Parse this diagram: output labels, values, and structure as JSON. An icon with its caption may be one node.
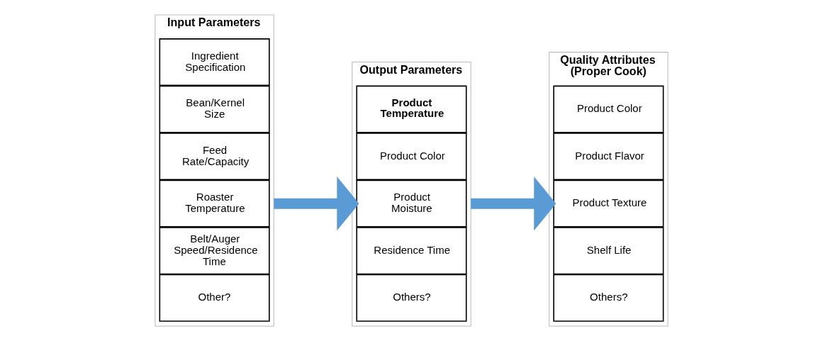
{
  "diagram": {
    "nodes": [
      {
        "text": [
          "Input Parameters"
        ]
      },
      {
        "text": [
          "Ingredient Specification"
        ],
        "in": 0
      },
      {
        "text": [
          "Bean/Kernel Size"
        ],
        "in": 0
      },
      {
        "text": [
          "Feed Rate/Capacity"
        ],
        "in": 0
      },
      {
        "text": [
          "Roaster Temperature"
        ],
        "in": 0
      },
      {
        "text": [
          "Belt/Auger Speed/Residence Time"
        ],
        "in": 0
      },
      {
        "text": [
          "Other?"
        ],
        "in": 0
      },
      {
        "text": [
          "Output Parameters"
        ]
      },
      {
        "text": [
          "Product Temperature"
        ],
        "in": 7
      },
      {
        "text": [
          "Product Color"
        ],
        "in": 7
      },
      {
        "text": [
          "Product Moisture"
        ],
        "in": 7
      },
      {
        "text": [
          "Residence Time"
        ],
        "in": 7
      },
      {
        "text": [
          "Others?"
        ],
        "in": 7
      },
      {
        "text": [
          "Quality Attributes (Proper Cook)"
        ]
      },
      {
        "text": [
          "Product Color"
        ],
        "in": 13
      },
      {
        "text": [
          "Product Flavor"
        ],
        "in": 13
      },
      {
        "text": [
          "Product Texture"
        ],
        "in": 13
      },
      {
        "text": [
          "Shelf Life"
        ],
        "in": 13
      },
      {
        "text": [
          "Others?"
        ],
        "in": 13
      }
    ],
    "edges": [
      {
        "from": 0,
        "to": 7,
        "arrow": "to"
      },
      {
        "from": 7,
        "to": 13,
        "arrow": "to"
      }
    ]
  }
}
